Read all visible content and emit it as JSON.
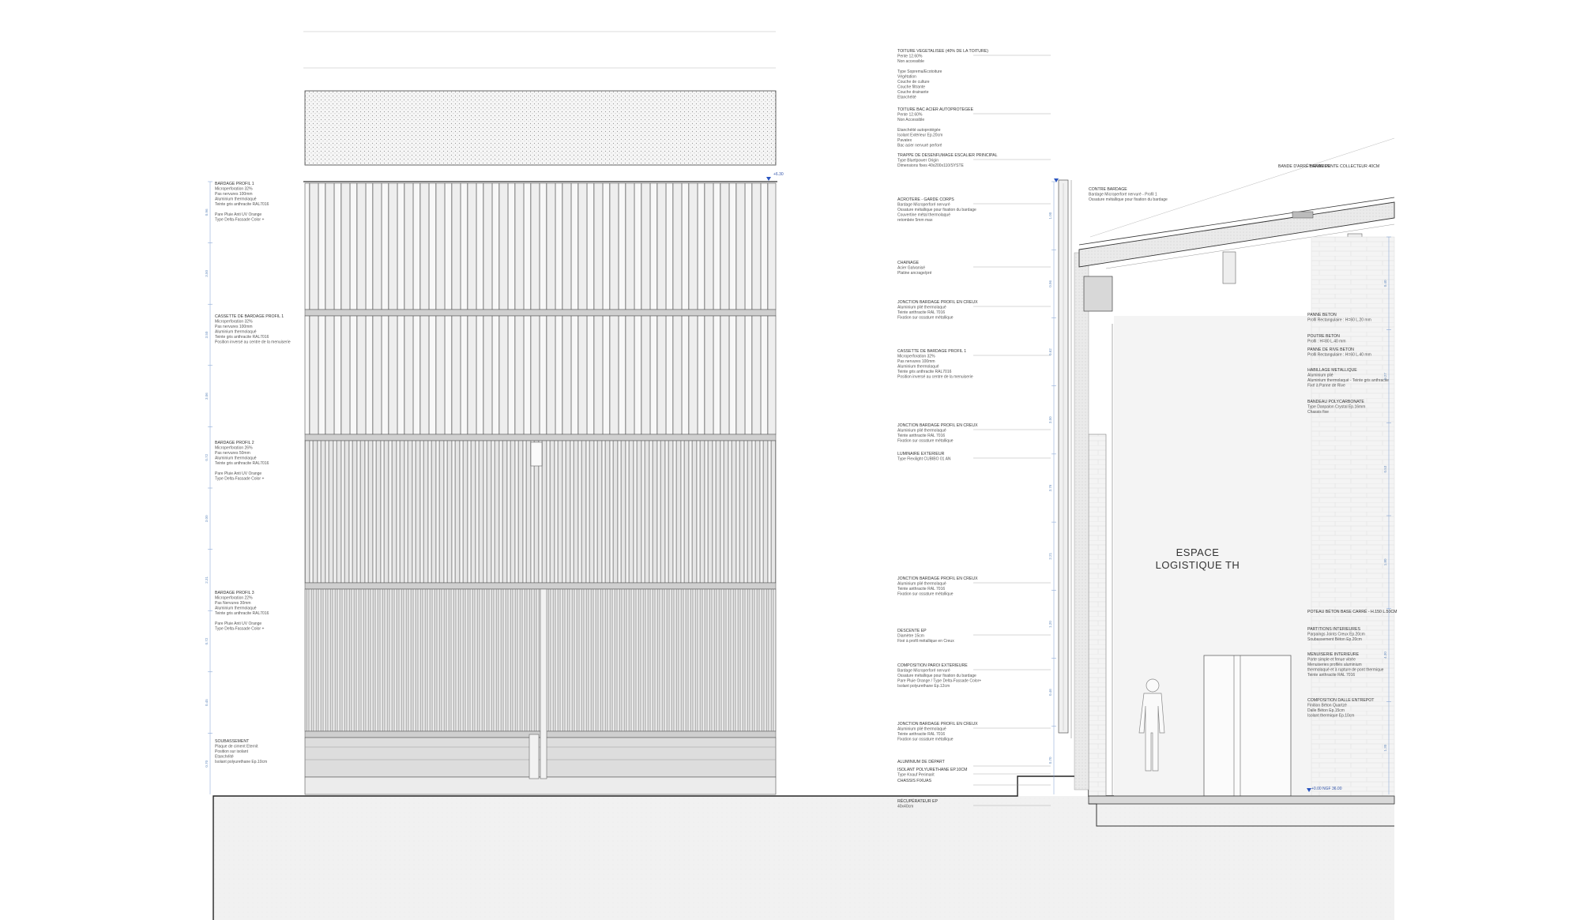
{
  "drawing": {
    "room_label": [
      "ESPACE",
      "LOGISTIQUE TH"
    ],
    "level_marks": [
      "+6.30",
      "+0.00 NGF 36.00"
    ],
    "left_annotations": [
      {
        "title": "BARDAGE PROFIL 1",
        "lines": [
          "Microperforation 32%",
          "Pas nervures 100mm",
          "Aluminium thermolaqué",
          "Teinte gris anthracite RAL7016",
          "",
          "Pare Pluie Anti UV Orange",
          "Type Delta-Fassade Color +"
        ]
      },
      {
        "title": "CASSETTE DE BARDAGE PROFIL 1",
        "lines": [
          "Microperforation 32%",
          "Pas nervures 100mm",
          "Aluminium thermolaqué",
          "Teinte gris anthracite RAL7016",
          "Position inversé au centre de la menuiserie"
        ]
      },
      {
        "title": "BARDAGE PROFIL 2",
        "lines": [
          "Microperforation 26%",
          "Pas nervures 50mm",
          "Aluminium thermolaqué",
          "Teinte gris anthracite RAL7016",
          "",
          "Pare Pluie Anti UV Orange",
          "Type Delta-Fassade Color +"
        ]
      },
      {
        "title": "BARDAGE PROFIL 3",
        "lines": [
          "Microperforation 22%",
          "Pas Nervures 30mm",
          "Aluminium thermolaqué",
          "Teinte gris anthracite RAL7016",
          "",
          "Pare Pluie Anti UV Orange",
          "Type Delta-Fassade Color +"
        ]
      },
      {
        "title": "SOUBASSEMENT",
        "lines": [
          "Plaque de ciment Eternit",
          "Position sur isolant",
          "Etanchéité",
          "Isolant polyurethane Ep.10cm"
        ]
      }
    ],
    "center_annotations": [
      {
        "title": "TOITURE VEGETALISEE (40% de la toiture)",
        "lines": [
          "Pente 12.60%",
          "Non accessible",
          "",
          "Type Soprema/Ecotoiture",
          "Végétation",
          "Couche de culture",
          "Couche filtrante",
          "Couche drainante",
          "Etanchéité"
        ]
      },
      {
        "title": "TOITURE BAC ACIER AUTOPROTEGEE",
        "lines": [
          "Pente 12.60%",
          "Non Accessible",
          "",
          "Etanchéité autoprotégée",
          "Isolant Extérieur Ep.20cm",
          "Pavatex",
          "Bac acier nervuré perforé"
        ]
      },
      {
        "title": "TRAPPE DE DESENFUMAGE ESCALIER PRINCIPAL",
        "lines": [
          "Type Bluetpower Origin",
          "Dimensions fixes 40x200x110/SYSTE"
        ]
      },
      {
        "title": "ACROTERE - GARDE CORPS",
        "lines": [
          "Bardage Microperforé nervuré",
          "Ossature métallique pour fixation du bardage",
          "Couvertine métal thermolaqué",
          "retombée 5mm max"
        ]
      },
      {
        "title": "CHAINAGE",
        "lines": [
          "Acier Galvanisé",
          "Platine ancrage/pré"
        ]
      },
      {
        "title": "JONCTION BARDAGE PROFIL EN CREUX",
        "lines": [
          "Aluminium plié thermolaqué",
          "Teinte anthracite RAL 7016",
          "Fixation sur ossature métallique"
        ]
      },
      {
        "title": "CASSETTE DE BARDAGE PROFIL 1",
        "lines": [
          "Microperforation 32%",
          "Pas nervures 100mm",
          "Aluminium thermolaqué",
          "Teinte gris anthracite RAL7016",
          "Position inversé au centre de la menuiserie"
        ]
      },
      {
        "title": "JONCTION BARDAGE PROFIL EN CREUX",
        "lines": [
          "Aluminium plié thermolaqué",
          "Teinte anthracite RAL 7016",
          "Fixation sur ossature métallique"
        ]
      },
      {
        "title": "LUMINAIRE EXTERIEUR",
        "lines": [
          "Type Flexilight CUBIBO 01 AN"
        ]
      },
      {
        "title": "JONCTION BARDAGE PROFIL EN CREUX",
        "lines": [
          "Aluminium plié thermolaqué",
          "Teinte anthracite RAL 7016",
          "Fixation sur ossature métallique"
        ]
      },
      {
        "title": "DESCENTE EP",
        "lines": [
          "Diamètre 15cm",
          "Fixé à profil métallique en Creux"
        ]
      },
      {
        "title": "COMPOSITION PAROI EXTERIEURE",
        "lines": [
          "Bardage Microperforé nervuré",
          "Ossature métallique pour fixation du bardage",
          "Pare Pluie Orange / Type Delta-Fassade Color+",
          "Isolant polyurethane Ep.12cm"
        ]
      },
      {
        "title": "JONCTION BARDAGE PROFIL EN CREUX",
        "lines": [
          "Aluminium plié thermolaqué",
          "Teinte anthracite RAL 7016",
          "Fixation sur ossature métallique"
        ]
      },
      {
        "title": "Aluminium de départ",
        "lines": []
      },
      {
        "title": "Isolant polyurethane Ep.10cm",
        "lines": [
          "Type Knauf Perimarit"
        ]
      },
      {
        "title": "Chassis Fixuas",
        "lines": []
      },
      {
        "title": "Récupérateur EP",
        "lines": [
          "40x40cm"
        ]
      }
    ],
    "right_annotations": [
      {
        "title": "CONTRE BARDAGE",
        "lines": [
          "Bardage Microperforé nervuré - Profil 1",
          "Ossature métallique pour fixation du bardage"
        ]
      },
      {
        "title": "Bande d'arrêt gravier",
        "lines": []
      },
      {
        "title": "Bande pente collecteur 40cm",
        "lines": []
      },
      {
        "title": "PANNE BETON",
        "lines": [
          "Profil Rectangulaire : H=60 L.20 mm"
        ]
      },
      {
        "title": "POUTRE BETON",
        "lines": [
          "Profil : H=80 L.40 mm"
        ]
      },
      {
        "title": "PANNE DE RIVE BETON",
        "lines": [
          "Profil Rectangulaire : H=60 L.40 mm"
        ]
      },
      {
        "title": "HABILLAGE METALLIQUE",
        "lines": [
          "Aluminium plié",
          "Aluminium thermolaqué - Teinte gris anthracite",
          "Fixé à Panne de Rive"
        ]
      },
      {
        "title": "BANDEAU POLYCARBONATE",
        "lines": [
          "Type Danpalon Crystal Ep.16mm",
          "Chassis fixe"
        ]
      },
      {
        "title": "Poteau Béton base carré - H.150 L.50cm",
        "lines": []
      },
      {
        "title": "PARTITIONS INTERIEURES",
        "lines": [
          "Parpaings Joints Creux Ep.20cm",
          "Soubassement Béton Ep.20cm"
        ]
      },
      {
        "title": "MENUISERIE INTERIEURE",
        "lines": [
          "Porte simple et fenue vitrée",
          "Menuiseries profilés aluminium",
          "thermolaqué et à rupture de pont thermique",
          "Teinte anthracite RAL 7016"
        ]
      },
      {
        "title": "COMPOSITION DALLE ENTREPOT",
        "lines": [
          "Finition Béton Quartzé",
          "Dalle Béton Ep.15cm",
          "Isolant thermique Ep.10cm"
        ]
      }
    ],
    "dimensions_left": [
      "0.96",
      "3.50",
      "3.50",
      "3.06",
      "0.72",
      "3.00",
      "2.31",
      "0.72",
      "0.45",
      "0.70"
    ],
    "dimensions_section": [
      "1.00",
      "0.96",
      "0.62",
      "3.50",
      "3.76",
      "2.21",
      "1.20",
      "0.46",
      "0.70"
    ],
    "dimensions_right": [
      "0.40",
      "0.27",
      "0.53",
      "1.80",
      "4.30",
      "1.30"
    ]
  }
}
